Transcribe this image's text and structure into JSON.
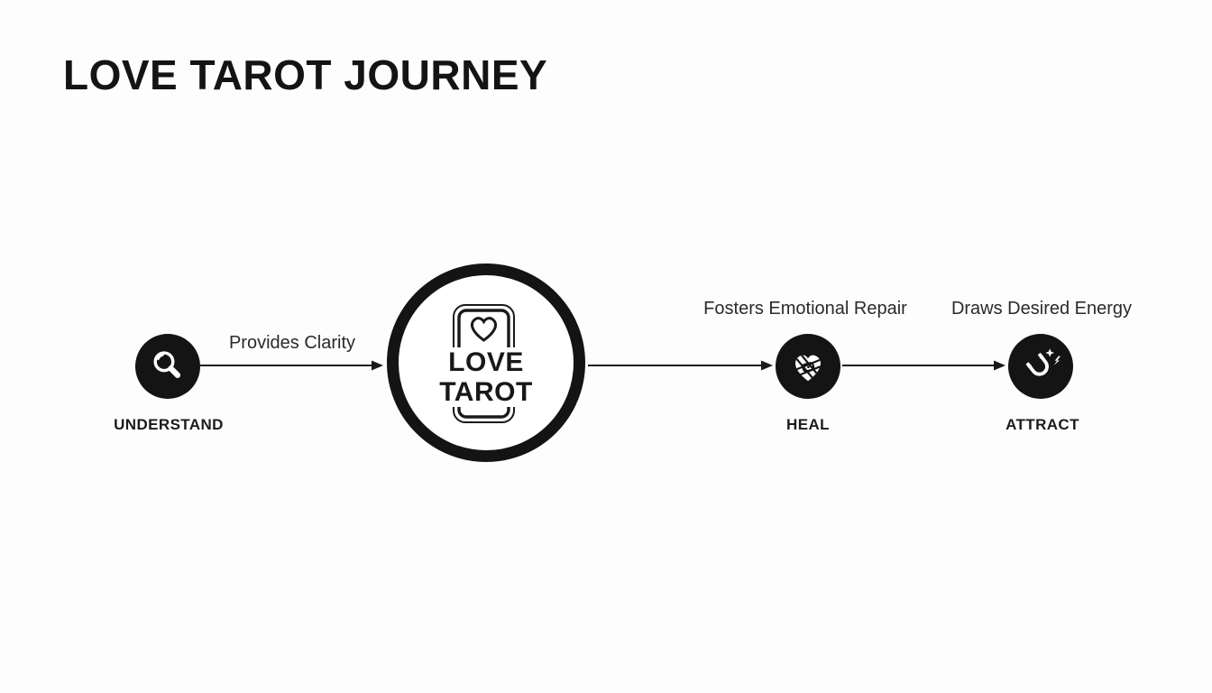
{
  "title": "LOVE TAROT JOURNEY",
  "center_node": {
    "line1": "LOVE",
    "line2": "TAROT",
    "icon": "tarot-card-heart-icon"
  },
  "nodes": [
    {
      "id": "understand",
      "label": "UNDERSTAND",
      "icon": "magnifying-glass-icon"
    },
    {
      "id": "heal",
      "label": "HEAL",
      "icon": "bandaged-heart-icon",
      "annotation": "Fosters Emotional Repair"
    },
    {
      "id": "attract",
      "label": "ATTRACT",
      "icon": "magnet-icon",
      "annotation": "Draws Desired Energy"
    }
  ],
  "edges": [
    {
      "from": "UNDERSTAND",
      "to": "LOVE TAROT",
      "label": "Provides Clarity"
    },
    {
      "from": "LOVE TAROT",
      "to": "HEAL",
      "label": ""
    },
    {
      "from": "HEAL",
      "to": "ATTRACT",
      "label": ""
    }
  ],
  "colors": {
    "background": "#fdfdfd",
    "ink": "#161616",
    "node_fill": "#141414",
    "icon_stroke": "#ffffff"
  }
}
